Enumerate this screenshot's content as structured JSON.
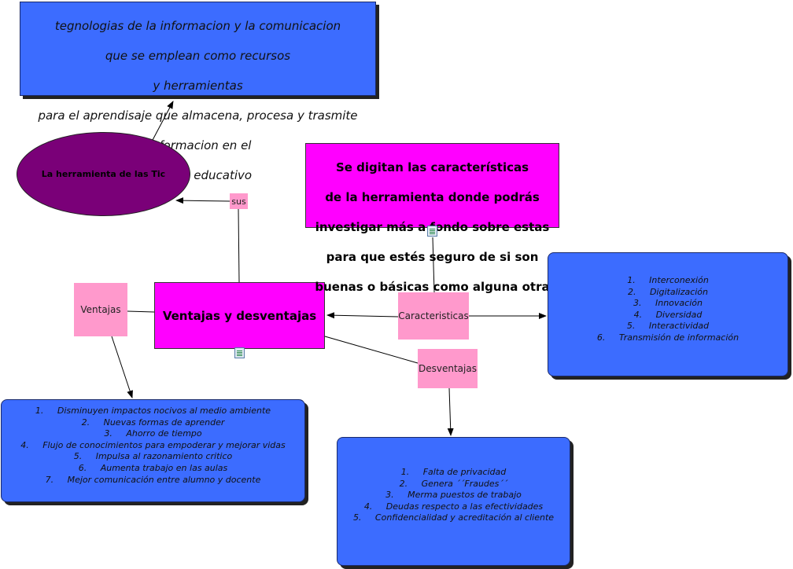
{
  "definition_lines": [
    "tegnologias de la informacion y la comunicacion",
    "que se emplean como recursos",
    "y herramientas",
    "para el aprendisaje que almacena, procesa y trasmite",
    "imformacion en el",
    "entorno educativo"
  ],
  "ellipse_label": "La herramienta de las Tic",
  "link_sus": "sus",
  "center_label": "Ventajas y desventajas",
  "ventajas_label": "Ventajas",
  "caracteristicas_label": "Caracteristicas",
  "desventajas_label": "Desventajas",
  "note_lines": [
    "Se digitan las características",
    "de la herramienta donde podrás",
    "investigar más a fondo sobre estas",
    "para que estés seguro de si son",
    "buenas o básicas como alguna otra"
  ],
  "caracteristicas_items": [
    "1.     Interconexión",
    "2.     Digitalización",
    "3.     Innovación",
    "4.     Diversidad",
    "5.     Interactividad",
    "6.     Transmisión de información"
  ],
  "ventajas_items": [
    "1.     Disminuyen impactos nocivos al medio ambiente",
    "2.     Nuevas formas de aprender",
    "3.     Ahorro de tiempo",
    "4.     Flujo de conocimientos para empoderar y mejorar vidas",
    "5.     Impulsa al razonamiento critico",
    "6.     Aumenta trabajo en las aulas",
    "7.     Mejor comunicación entre alumno y docente"
  ],
  "desventajas_items": [
    "1.     Falta de privacidad",
    "2.     Genera ´´Fraudes´´",
    "3.     Merma puestos de trabajo",
    "4.     Deudas respecto a las efectividades",
    "5.     Confidencialidad y acreditación al cliente"
  ],
  "colors": {
    "blue": "#3c6cff",
    "magenta": "#ff00ff",
    "pink": "#ff99cc",
    "purple": "#7a0078"
  },
  "icons": [
    "document-icon",
    "document-icon"
  ]
}
